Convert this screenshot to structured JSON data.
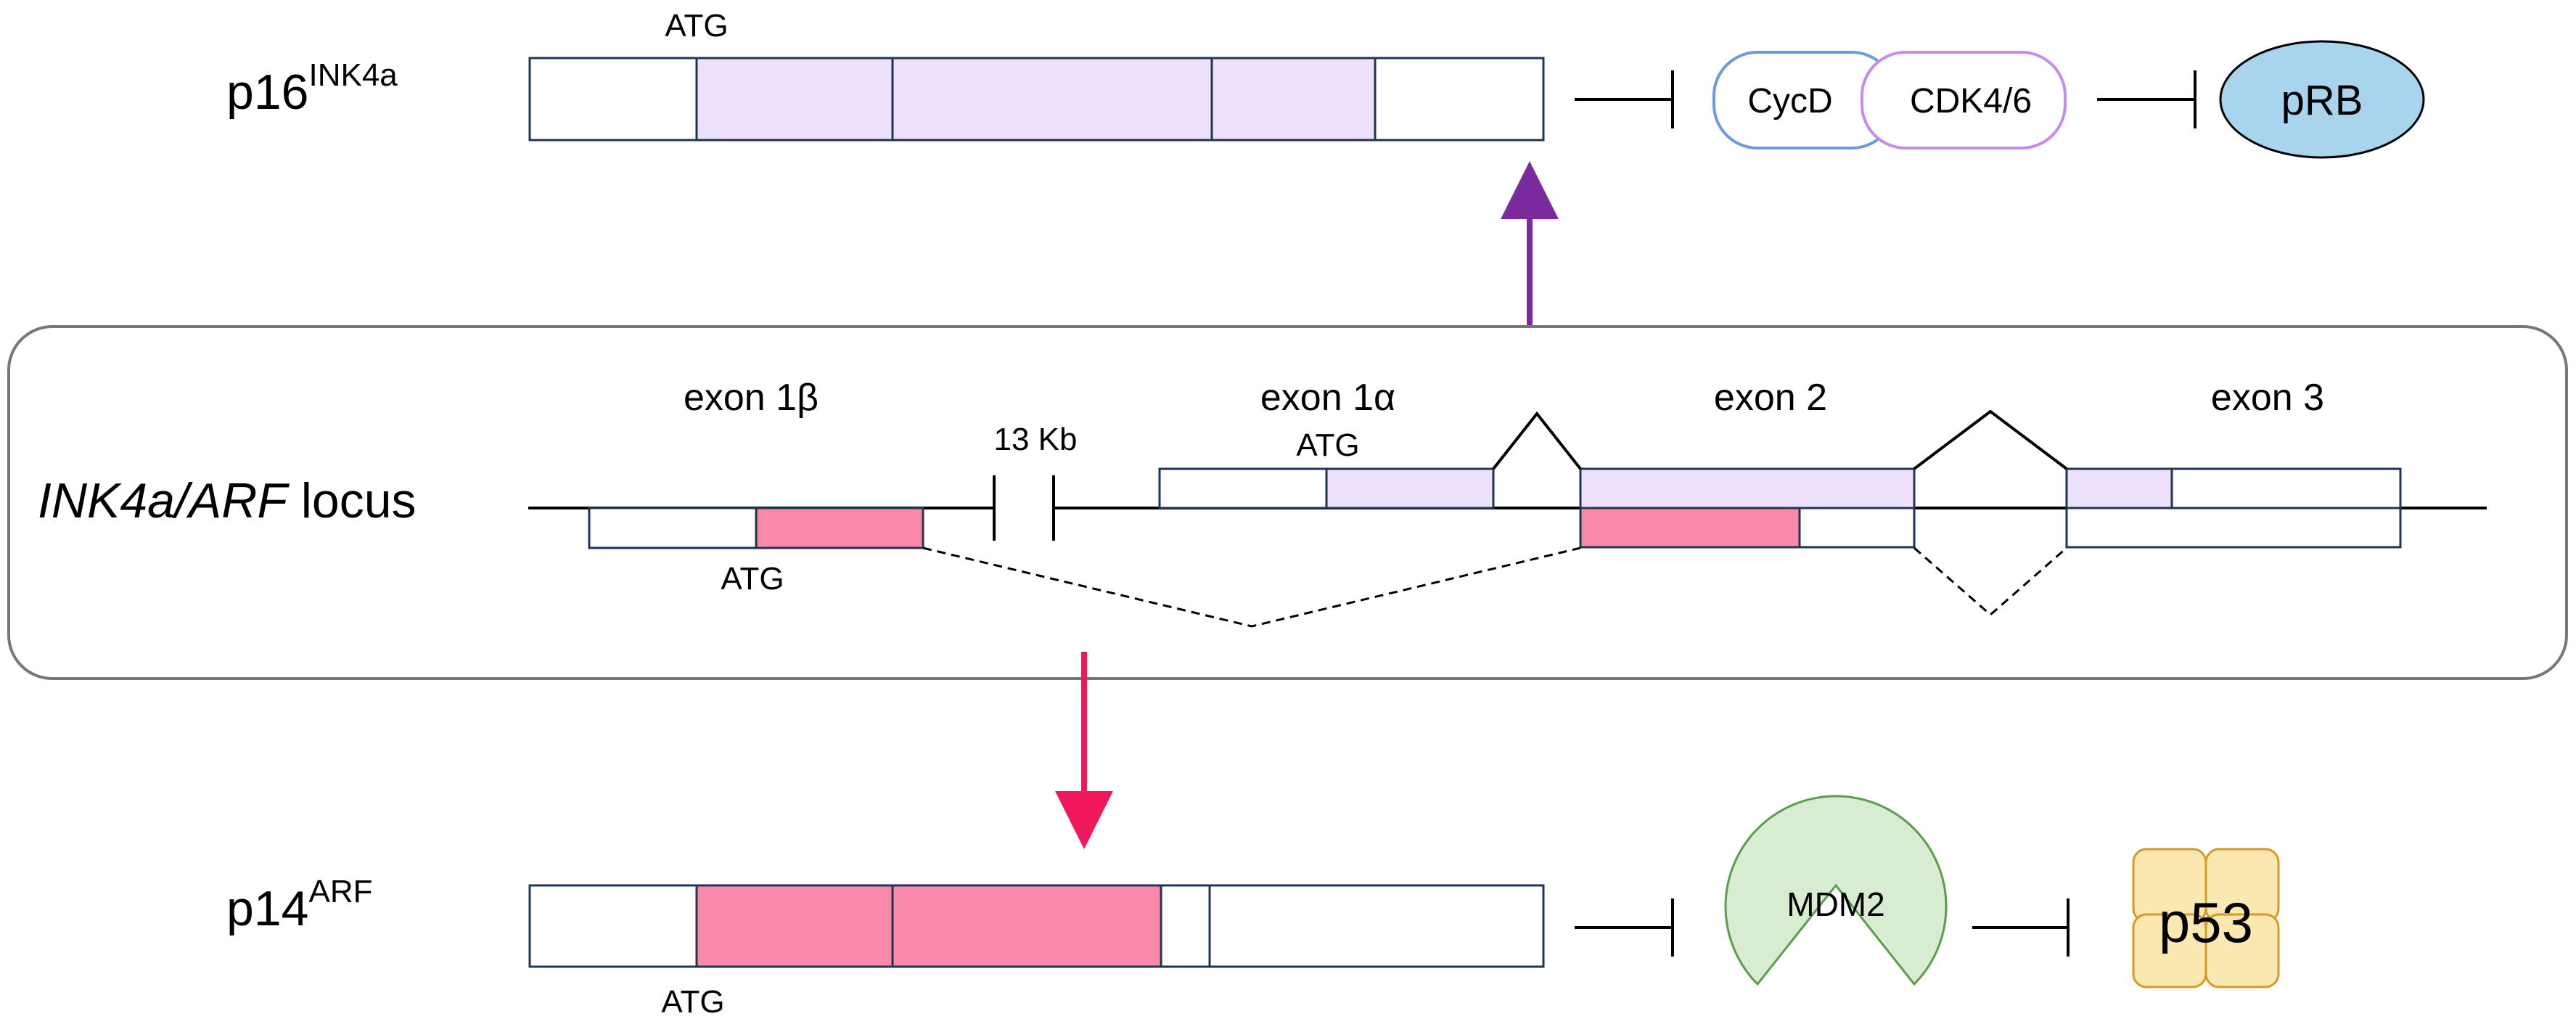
{
  "top_protein": {
    "name": "p16",
    "superscript": "INK4a",
    "atg": "ATG"
  },
  "bottom_protein": {
    "name": "p14",
    "superscript": "ARF",
    "atg": "ATG"
  },
  "locus": {
    "label_italic": "INK4a/ARF",
    "label_plain": " locus",
    "exon1b": "exon 1β",
    "exon1a": "exon 1α",
    "exon2": "exon 2",
    "exon3": "exon 3",
    "gap": "13 Kb",
    "atg_exon1a": "ATG",
    "atg_exon1b": "ATG"
  },
  "pathway_top": {
    "cycd": "CycD",
    "cdk": "CDK4/6",
    "prb": "pRB"
  },
  "pathway_bottom": {
    "mdm2": "MDM2",
    "p53": "p53"
  },
  "colors": {
    "lavender": "#ede1fb",
    "pink": "#f889a8",
    "purple_arrow": "#7b2a9e",
    "red_arrow": "#f0185a",
    "prb_fill": "#a9d4ee",
    "mdm2_fill": "#d8ecd2",
    "p53_fill": "#fbe8b0"
  }
}
